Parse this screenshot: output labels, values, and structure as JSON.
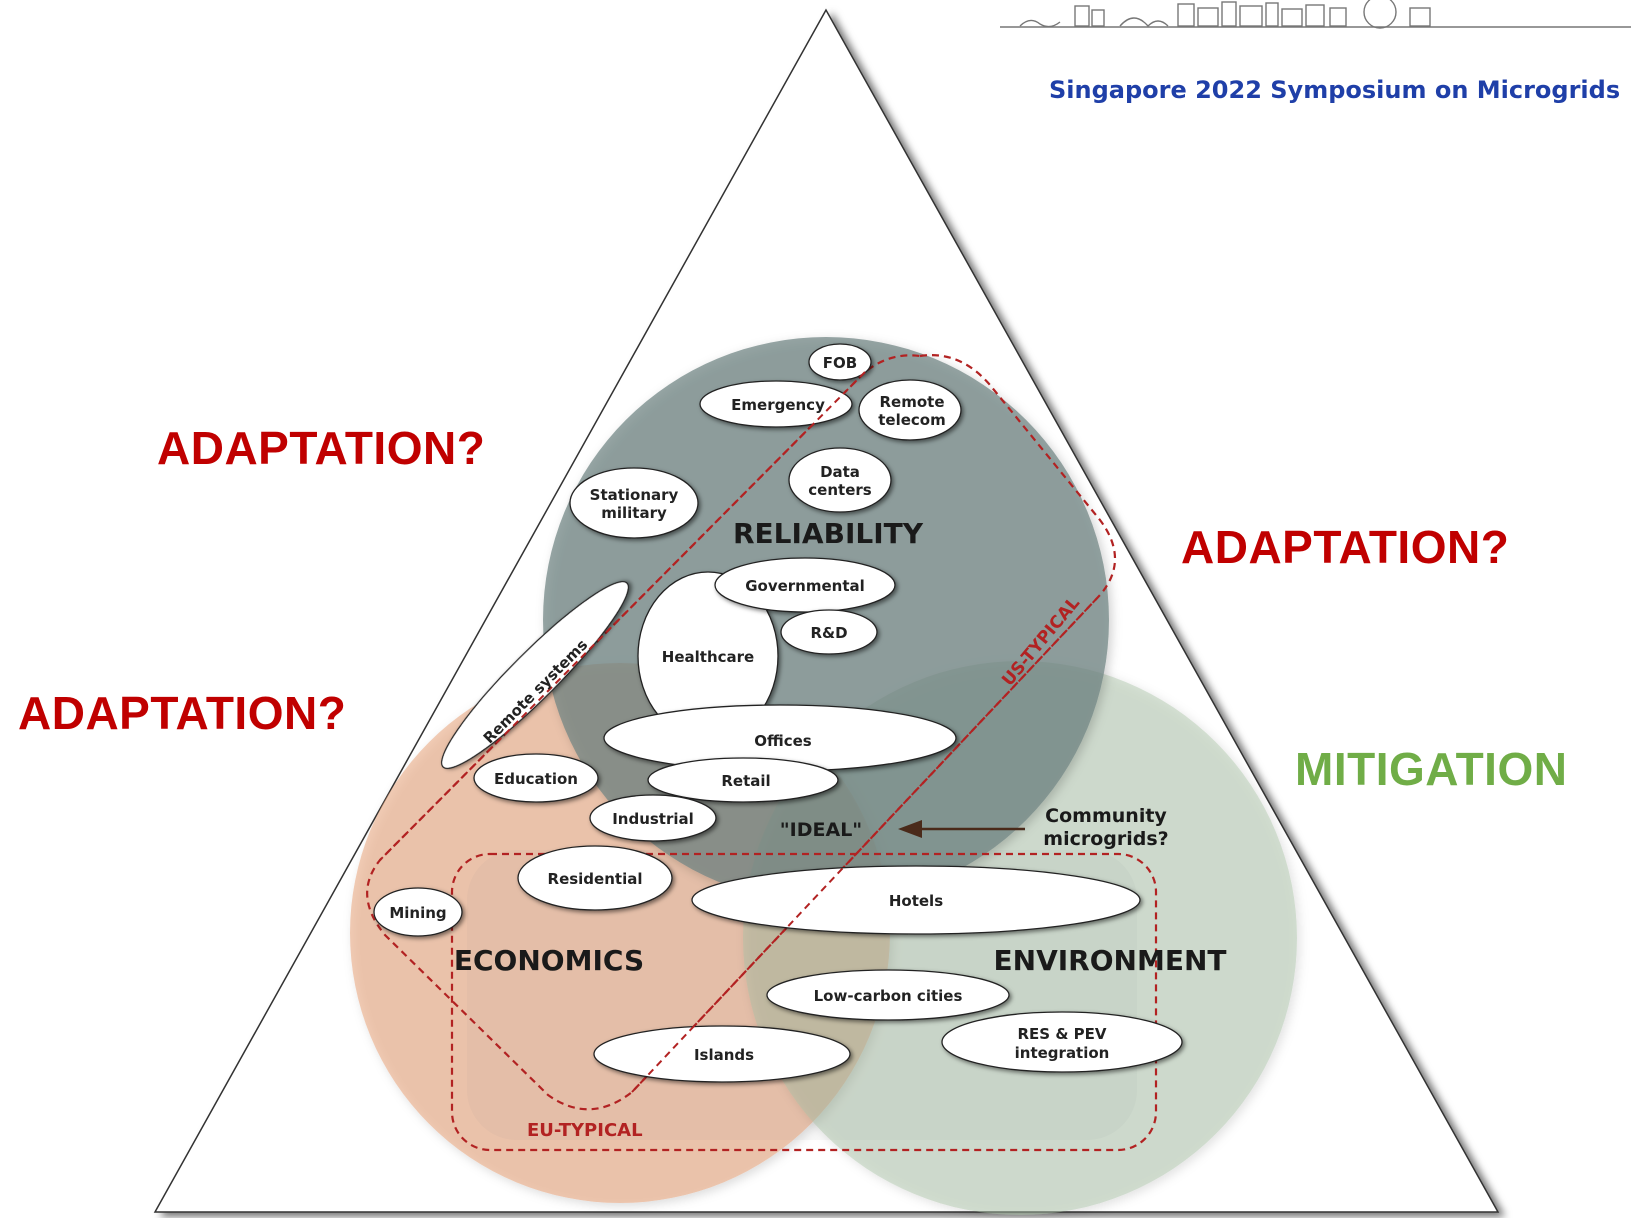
{
  "header": {
    "title": "Singapore 2022 Symposium on Microgrids"
  },
  "side_labels": {
    "top_left": "ADAPTATION?",
    "mid_left": "ADAPTATION?",
    "right": "ADAPTATION?",
    "mitigation": "MITIGATION"
  },
  "circles": {
    "reliability": "RELIABILITY",
    "economics": "ECONOMICS",
    "environment": "ENVIRONMENT"
  },
  "regions": {
    "us": "US-TYPICAL",
    "eu": "EU-TYPICAL",
    "ideal": "\"IDEAL\""
  },
  "callout": {
    "line1": "Community",
    "line2": "microgrids?"
  },
  "applications": {
    "fob": "FOB",
    "emergency": "Emergency",
    "remote_telecom": [
      "Remote",
      "telecom"
    ],
    "data_centers": [
      "Data",
      "centers"
    ],
    "stationary_military": [
      "Stationary",
      "military"
    ],
    "governmental": "Governmental",
    "rd": "R&D",
    "healthcare": "Healthcare",
    "remote_systems": "Remote systems",
    "offices": "Offices",
    "education": "Education",
    "retail": "Retail",
    "industrial": "Industrial",
    "residential": "Residential",
    "mining": "Mining",
    "hotels": "Hotels",
    "low_carbon_cities": "Low-carbon cities",
    "islands": "Islands",
    "res_pev": [
      "RES & PEV",
      "integration"
    ]
  },
  "colors": {
    "adaptation": "#c00000",
    "mitigation": "#70ad47",
    "banner": "#1f3fa8",
    "reliability_fill": "#7b8e8c",
    "economics_fill": "#e8a37a",
    "environment_fill": "#a9c0a3",
    "dashed": "#b22222"
  }
}
